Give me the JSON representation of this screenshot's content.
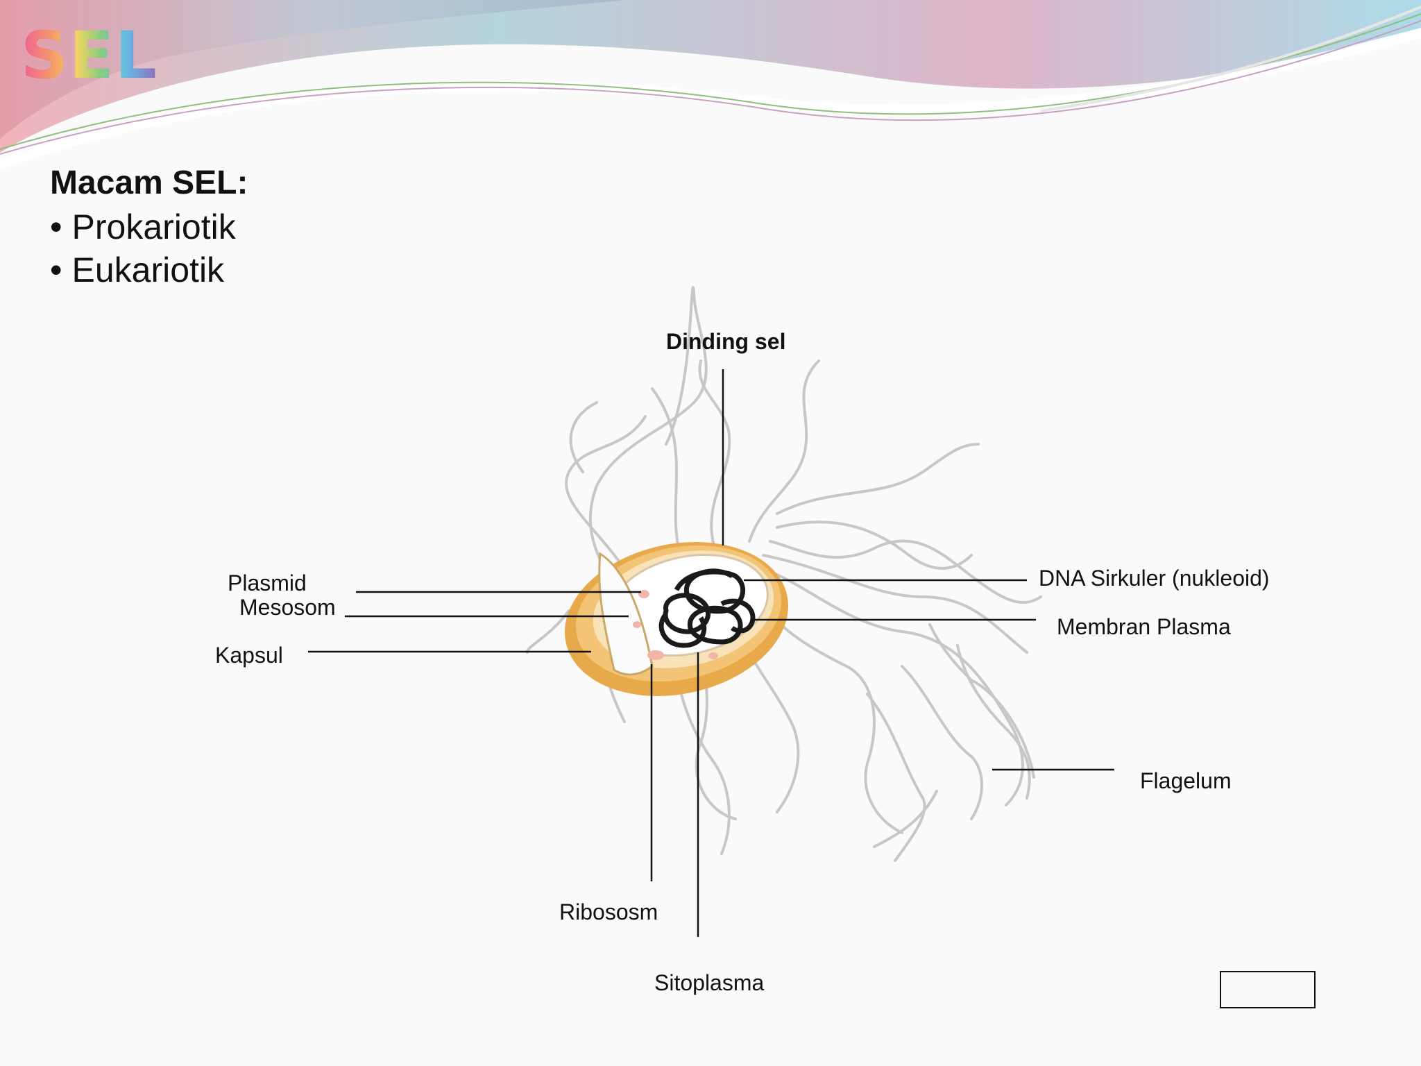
{
  "slide": {
    "logo": "SEL",
    "heading": "Macam SEL:",
    "bullets": [
      "Prokariotik",
      "Eukariotik"
    ]
  },
  "diagram": {
    "labels": {
      "dinding_sel": "Dinding sel",
      "plasmid": "Plasmid",
      "mesosom": "Mesosom",
      "kapsul": "Kapsul",
      "dna": "DNA Sirkuler (nukleoid)",
      "membran": "Membran Plasma",
      "flagelum": "Flagelum",
      "ribosom": "Ribososm",
      "sitoplasma": "Sitoplasma"
    }
  },
  "colors": {
    "capsule": "#e8a94a",
    "capsule_light": "#f7d38c",
    "leader_line": "#111111",
    "flagella": "#c9c9c9"
  }
}
